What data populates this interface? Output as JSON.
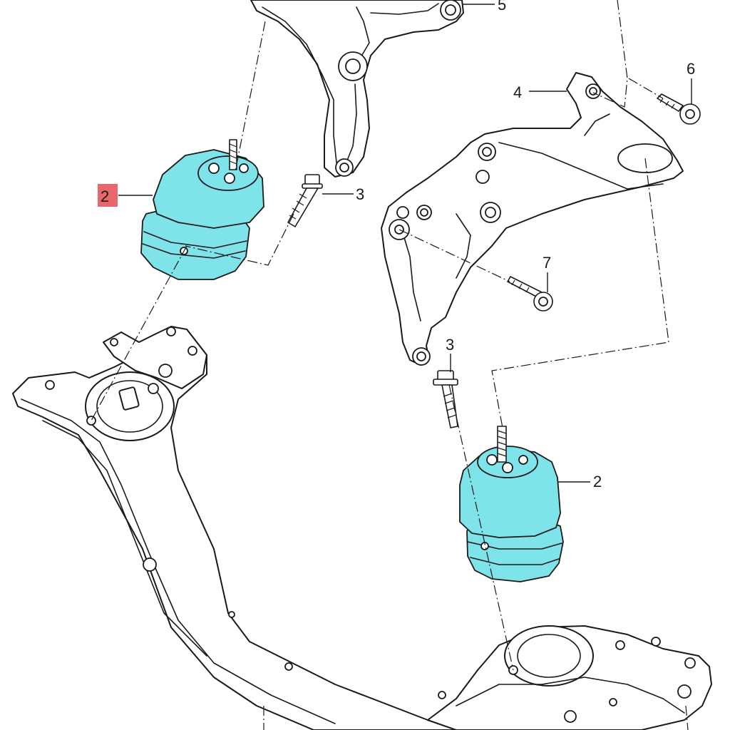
{
  "diagram": {
    "mount_color": "#7fe3ea",
    "highlight_color": "#e8676a",
    "callouts": {
      "mount_left": "2",
      "mount_right": "2",
      "bolt_upper": "3",
      "bolt_lower": "3",
      "bracket_right": "4",
      "bracket_upper": "5",
      "bolt_bracket_upper": "6",
      "bolt_bracket_lower": "7"
    }
  }
}
